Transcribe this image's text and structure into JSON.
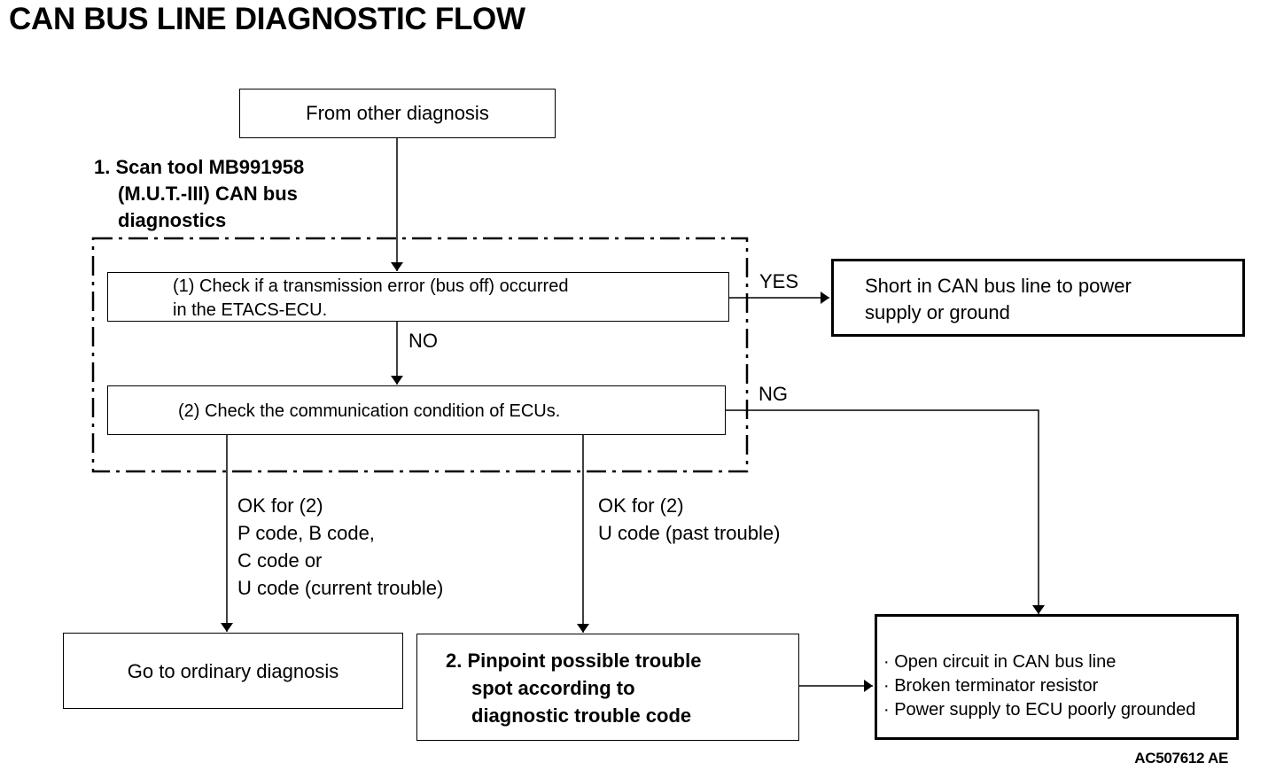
{
  "title": "CAN BUS LINE DIAGNOSTIC FLOW",
  "start_box": "From other diagnosis",
  "step1": {
    "lines": [
      "1. Scan tool MB991958",
      "(M.U.T.-III) CAN bus",
      "diagnostics"
    ]
  },
  "check1": {
    "lines": [
      "(1) Check if a transmission error (bus off) occurred",
      "in the ETACS-ECU."
    ]
  },
  "check2": "(2) Check the communication condition of ECUs.",
  "labels": {
    "yes": "YES",
    "no": "NO",
    "ng": "NG"
  },
  "short_box": {
    "lines": [
      "Short in CAN bus line to power",
      "supply or ground"
    ]
  },
  "ok_left": {
    "lines": [
      "OK for (2)",
      "P code, B code,",
      "C code or",
      "U code (current trouble)"
    ]
  },
  "ok_mid": {
    "lines": [
      "OK for (2)",
      "U code (past trouble)"
    ]
  },
  "ordinary_box": "Go to ordinary diagnosis",
  "step2": {
    "lines": [
      "2. Pinpoint possible trouble",
      "spot according to",
      "diagnostic trouble code"
    ]
  },
  "causes_box": {
    "items": [
      "· Open circuit in CAN bus line",
      "· Broken terminator resistor",
      "· Power supply to ECU poorly grounded"
    ]
  },
  "figure_code": "AC507612 AE"
}
